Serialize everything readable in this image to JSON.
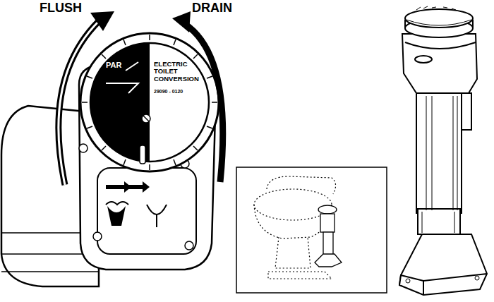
{
  "diagram": {
    "labels": [
      "FLUSH",
      "DRAIN",
      "PAR",
      "ELECTRIC TOILET CONVERSION",
      "29090 - 0120"
    ]
  }
}
